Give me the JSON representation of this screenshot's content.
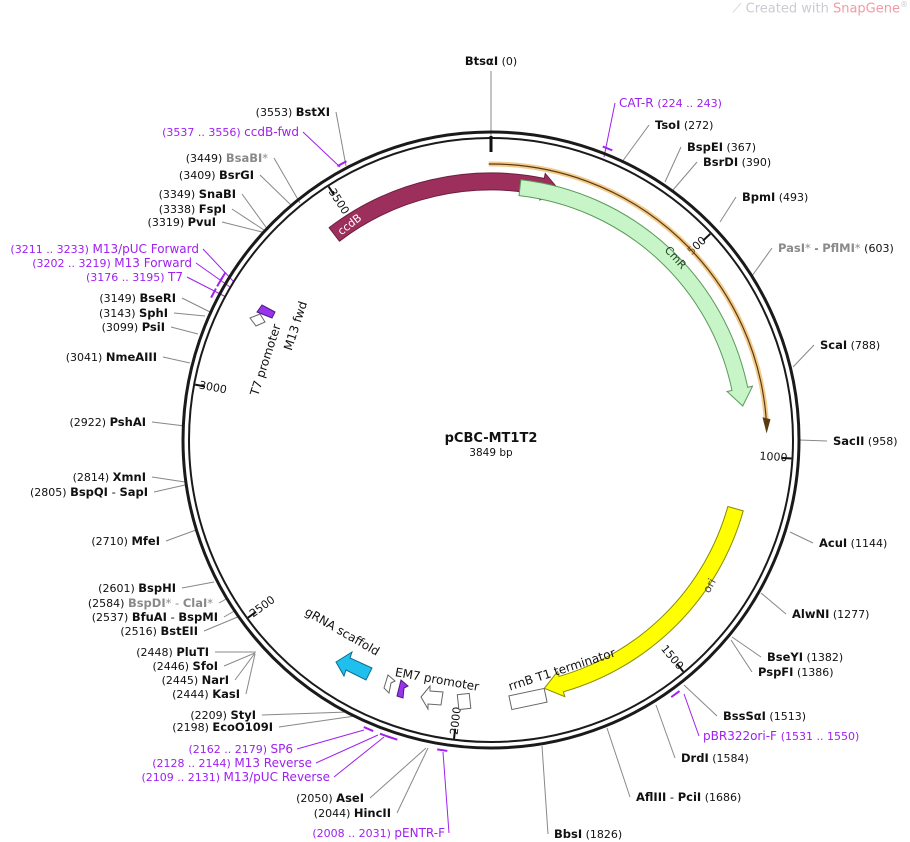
{
  "watermark": {
    "prefix": "Created with",
    "brand": "SnapGene",
    "mark": "®"
  },
  "plasmid": {
    "name": "pCBC-MT1T2",
    "length_text": "3849 bp",
    "length": 3849
  },
  "colors": {
    "backbone": "#1a1a1a",
    "primer": "#a020f0",
    "ccdB": "#9c2f5b",
    "CmR": "#c8f5c8",
    "ori": "#ffff00",
    "gRNA": "#1fc0ee",
    "M13fwd": "#9933ee",
    "EM7": "#9933ee",
    "CmR_highlight": "#e8a030"
  },
  "ticks": [
    "500",
    "1000",
    "1500",
    "2000",
    "2500",
    "3000",
    "3500"
  ],
  "features": [
    {
      "label": "ccdB"
    },
    {
      "label": "CmR"
    },
    {
      "label": "ori"
    },
    {
      "label": "rrnB T1 terminator"
    },
    {
      "label": "EM7 promoter"
    },
    {
      "label": "gRNA scaffold"
    },
    {
      "label": "T7 promoter"
    },
    {
      "label": "M13 fwd"
    }
  ],
  "sites": [
    {
      "name": "BtsαI",
      "pos": "(0)"
    },
    {
      "name": "TsoI",
      "pos": "(272)"
    },
    {
      "name": "BspEI",
      "pos": "(367)"
    },
    {
      "name": "BsrDI",
      "pos": "(390)"
    },
    {
      "name": "BpmI",
      "pos": "(493)"
    },
    {
      "name": "PasI",
      "extra": "PflMI",
      "star": "*",
      "pos": "(603)"
    },
    {
      "name": "ScaI",
      "pos": "(788)"
    },
    {
      "name": "SacII",
      "pos": "(958)"
    },
    {
      "name": "AcuI",
      "pos": "(1144)"
    },
    {
      "name": "AlwNI",
      "pos": "(1277)"
    },
    {
      "name": "BseYI",
      "pos": "(1382)"
    },
    {
      "name": "PspFI",
      "pos": "(1386)"
    },
    {
      "name": "BssSαI",
      "pos": "(1513)"
    },
    {
      "name": "DrdI",
      "pos": "(1584)"
    },
    {
      "name": "AflIII",
      "extra": "PciI",
      "pos": "(1686)"
    },
    {
      "name": "BbsI",
      "pos": "(1826)"
    },
    {
      "name": "HincII",
      "pos": "(2044)"
    },
    {
      "name": "AseI",
      "pos": "(2050)"
    },
    {
      "name": "EcoO109I",
      "pos": "(2198)"
    },
    {
      "name": "StyI",
      "pos": "(2209)"
    },
    {
      "name": "KasI",
      "pos": "(2444)"
    },
    {
      "name": "NarI",
      "pos": "(2445)"
    },
    {
      "name": "SfoI",
      "pos": "(2446)"
    },
    {
      "name": "PluTI",
      "pos": "(2448)"
    },
    {
      "name": "BstEII",
      "pos": "(2516)"
    },
    {
      "name": "BfuAI",
      "extra": "BspMI",
      "pos": "(2537)"
    },
    {
      "name": "BspDI",
      "star": "*",
      "extra": "ClaI",
      "extra_star": "*",
      "pos": "(2584)"
    },
    {
      "name": "BspHI",
      "pos": "(2601)"
    },
    {
      "name": "MfeI",
      "pos": "(2710)"
    },
    {
      "name": "BspQI",
      "extra": "SapI",
      "pos": "(2805)"
    },
    {
      "name": "XmnI",
      "pos": "(2814)"
    },
    {
      "name": "PshAI",
      "pos": "(2922)"
    },
    {
      "name": "NmeAIII",
      "pos": "(3041)"
    },
    {
      "name": "PsiI",
      "pos": "(3099)"
    },
    {
      "name": "SphI",
      "pos": "(3143)"
    },
    {
      "name": "BseRI",
      "pos": "(3149)"
    },
    {
      "name": "PvuI",
      "pos": "(3319)"
    },
    {
      "name": "FspI",
      "pos": "(3338)"
    },
    {
      "name": "SnaBI",
      "pos": "(3349)"
    },
    {
      "name": "BsrGI",
      "pos": "(3409)"
    },
    {
      "name": "BsaBI",
      "star": "*",
      "pos": "(3449)"
    },
    {
      "name": "BstXI",
      "pos": "(3553)"
    }
  ],
  "primers": [
    {
      "name": "CAT-R",
      "range": "(224 .. 243)"
    },
    {
      "name": "pBR322ori-F",
      "range": "(1531 .. 1550)"
    },
    {
      "name": "pENTR-F",
      "range": "(2008 .. 2031)"
    },
    {
      "name": "M13/pUC Reverse",
      "range": "(2109 .. 2131)"
    },
    {
      "name": "M13 Reverse",
      "range": "(2128 .. 2144)"
    },
    {
      "name": "SP6",
      "range": "(2162 .. 2179)"
    },
    {
      "name": "T7",
      "range": "(3176 .. 3195)"
    },
    {
      "name": "M13 Forward",
      "range": "(3202 .. 3219)"
    },
    {
      "name": "M13/pUC Forward",
      "range": "(3211 .. 3233)"
    },
    {
      "name": "ccdB-fwd",
      "range": "(3537 .. 3556)"
    }
  ]
}
